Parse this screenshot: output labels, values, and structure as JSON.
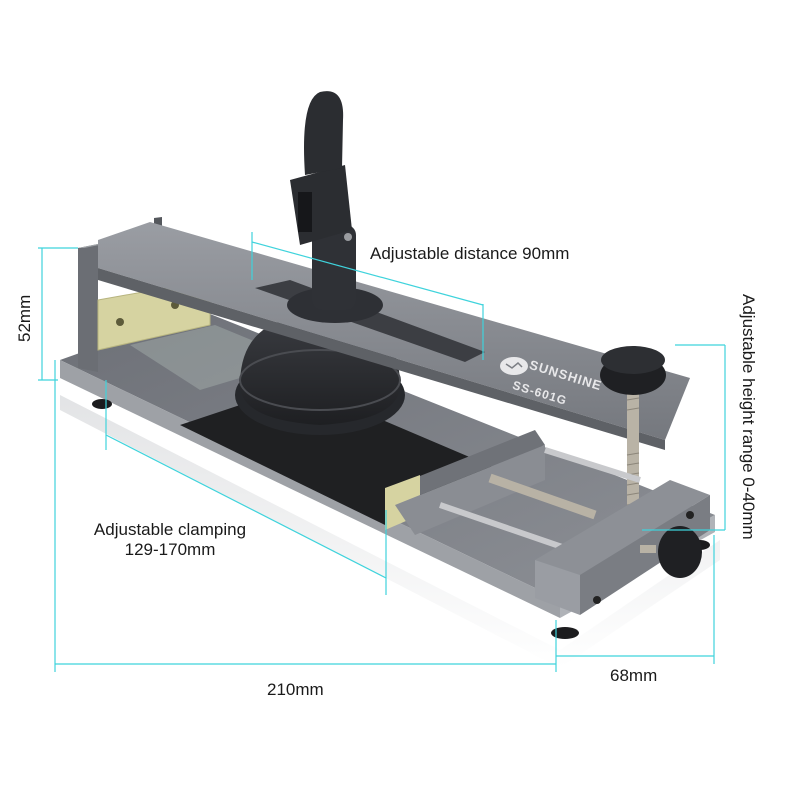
{
  "product": {
    "brand": "SUNSHINE",
    "model": "SS-601G",
    "colors": {
      "background": "#ffffff",
      "dimension_line": "#3fd3dc",
      "metal": "#8a8d93",
      "metal_dark": "#5f6268",
      "black_parts": "#2b2d31",
      "pad": "#1f2022",
      "glass_jaw": "#d9d6a6"
    }
  },
  "annotations": {
    "distance": "Adjustable distance 90mm",
    "height_52": "52mm",
    "height_range": "Adjustable height range 0-40mm",
    "clamping_line1": "Adjustable clamping",
    "clamping_line2": "129-170mm",
    "length": "210mm",
    "width": "68mm"
  }
}
